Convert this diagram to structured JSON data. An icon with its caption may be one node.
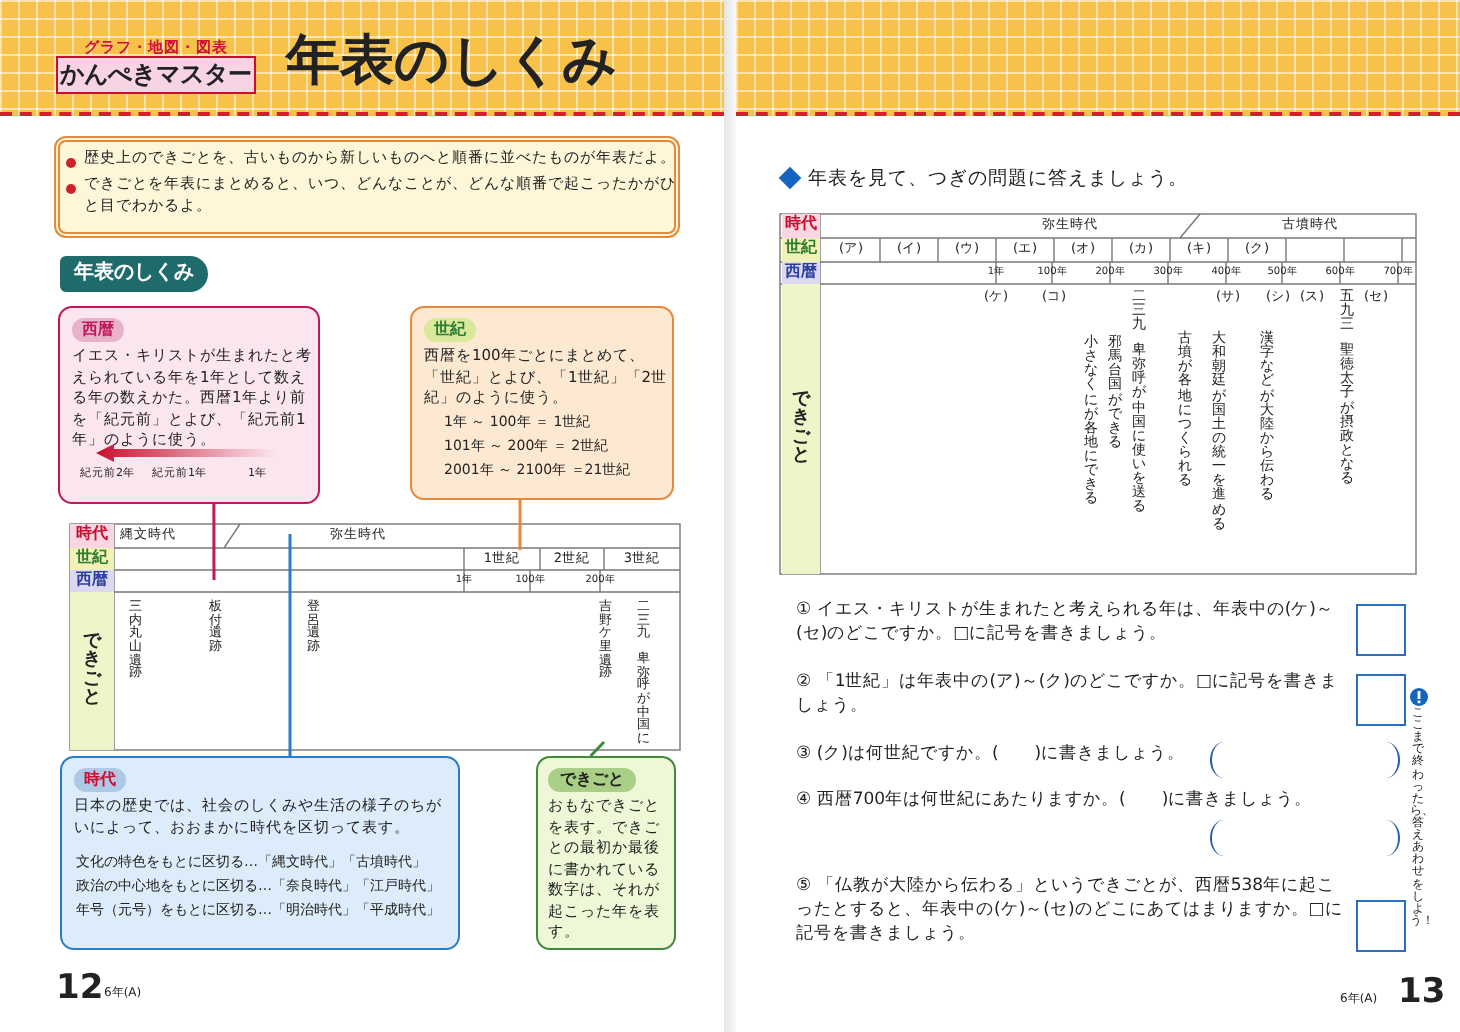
{
  "diagram": {
    "title": "年表のしくみ",
    "nodes": [
      {
        "text": [
          "西暦",
          "イエス・キリストが生まれたと考えられている年を1年として数える年の数えかた。西暦1年より前を「紀元前」とよび、「紀元前1年」のように使う。",
          "紀元前2年",
          "紀元前1年",
          "1年"
        ]
      },
      {
        "text": [
          "世紀",
          "西暦を100年ごとにまとめて、「世紀」とよび、「1世紀」「2世紀」のように使う。",
          "1年 ～ 100年 ＝ 1世紀",
          "101年 ～ 200年 ＝ 2世紀",
          "2001年 ～ 2100年 ＝21世紀"
        ]
      },
      {
        "text": [
          "時代",
          "日本の歴史では、社会のしくみや生活の様子のちがいによって、おおまかに時代を区切って表す。",
          "文化の特色をもとに区切る…「縄文時代」「古墳時代」",
          "政治の中心地をもとに区切る…「奈良時代」「江戸時代」",
          "年号（元号）をもとに区切る…「明治時代」「平成時代」"
        ]
      },
      {
        "text": [
          "できごと",
          "おもなできごとを表す。できごとの最初か最後に書かれている数字は、それが起こった年を表す。"
        ]
      },
      {
        "text": [
          "1世紀"
        ]
      }
    ],
    "edges": [
      {
        "from": 0,
        "to": null,
        "arrow": "none",
        "color": "#c2185b"
      },
      {
        "from": 1,
        "to": 4,
        "arrow": "none",
        "color": "#e8883a"
      },
      {
        "from": 2,
        "to": null,
        "arrow": "none",
        "color": "#2a7bc8"
      },
      {
        "from": 3,
        "to": null,
        "arrow": "none",
        "color": "#3f8a3f"
      }
    ],
    "labels": [
      "グラフ・地図・図表",
      "かんぺきマスター",
      "歴史上のできごとを、古いものから新しいものへと順番に並べたものが年表だよ。",
      "できごとを年表にまとめると、いつ、どんなことが、どんな順番で起こったかがひと目でわかるよ。",
      "年表のしくみ",
      "時代",
      "縄文時代",
      "弥生時代",
      "世紀",
      "2世紀",
      "3世紀",
      "西暦",
      "1年",
      "100年",
      "200年",
      "できごと",
      "三内丸山遺跡",
      "板付遺跡",
      "登呂遺跡",
      "吉野ケ里遺跡",
      "二三九",
      "卑弥呼が中国に",
      "12",
      "6年(A)",
      "年表を見て、つぎの問題に答えましょう。",
      "時代",
      "弥生時代",
      "古墳時代",
      "世紀",
      "(ア)",
      "(イ)",
      "(ウ)",
      "(エ)",
      "(オ)",
      "(カ)",
      "(キ)",
      "(ク)",
      "西暦",
      "1年",
      "100年",
      "200年",
      "300年",
      "400年",
      "500年",
      "600年",
      "700年",
      "できごと",
      "(ケ)",
      "(コ)",
      "二三九",
      "(サ)",
      "(シ)",
      "(ス)",
      "五九三",
      "(セ)",
      "小さなくにが各地にできる",
      "邪馬台国ができる",
      "卑弥呼が中国に使いを送る",
      "古墳が各地につくられる",
      "大和朝廷が国土の統一を進める",
      "漢字などが大陸から伝わる",
      "聖徳太子が摂政となる",
      "① イエス・キリストが生まれたと考えられる年は、年表中の(ケ)～(セ)のどこですか。□に記号を書きましょう。",
      "② 「1世紀」は年表中の(ア)～(ク)のどこですか。□に記号を書きましょう。",
      "③ (ク)は何世紀ですか。(　　)に書きましょう。",
      "④ 西暦700年は何世紀にあたりますか。(　　)に書きましょう。",
      "⑤ 「仏教が大陸から伝わる」というできごとが、西暦538年に起こったとすると、年表中の(ケ)～(セ)のどこにあてはまりますか。□に記号を書きましょう。",
      "ここまで終わったら、答えあわせをしよう！",
      "6年(A)",
      "13"
    ]
  }
}
